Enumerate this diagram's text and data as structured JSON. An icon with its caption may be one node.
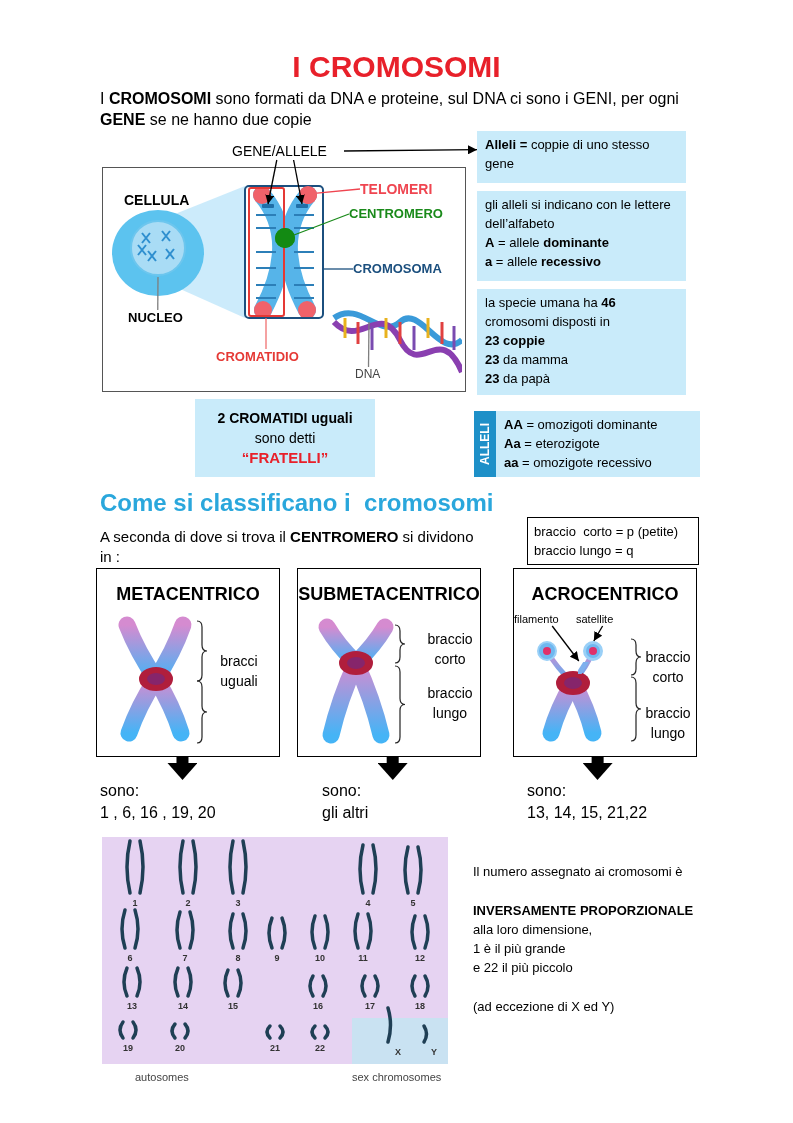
{
  "diagram": {
    "title": "I CROMOSOMI",
    "nodes": [
      {
        "text": [
          "GENE/ALLELE"
        ]
      },
      {
        "text": [
          "**Alleli =** coppie di uno stesso gene"
        ]
      },
      {
        "text": [
          "gli alleli si indicano con le lettere dell’alfabeto",
          "**A** = allele **dominante**",
          "**a** = allele **recessivo**"
        ]
      },
      {
        "text": [
          "la specie umana ha **46** cromosomi disposti in",
          "**23 coppie**",
          "**23** da mamma",
          "**23** da papà"
        ]
      },
      {
        "text": [
          "**2 CROMATIDI uguali** sono detti",
          "“FRATELLI”"
        ]
      },
      {
        "text": [
          "ALLELI",
          "**AA** = omozigoti dominante",
          "**Aa** = eterozigote",
          "**aa** = omozigote recessivo"
        ]
      },
      {
        "text": [
          "braccio  corto = p (petite)",
          "braccio lungo = q"
        ]
      },
      {
        "text": [
          "METACENTRICO",
          "bracci uguali"
        ]
      },
      {
        "text": [
          "SUBMETACENTRICO",
          "braccio corto",
          "braccio lungo"
        ]
      },
      {
        "text": [
          "ACROCENTRICO",
          "braccio corto",
          "braccio lungo"
        ]
      },
      {
        "text": [
          "filamento"
        ],
        "in": 9
      },
      {
        "text": [
          "satellite"
        ],
        "in": 9
      },
      {
        "text": [
          "sono:",
          "1 , 6, 16 , 19, 20"
        ]
      },
      {
        "text": [
          "sono:",
          "gli altri"
        ]
      },
      {
        "text": [
          "sono:",
          "13, 14, 15, 21,22"
        ]
      },
      {
        "text": [
          "TELOMERI"
        ]
      },
      {
        "text": [
          "CENTROMERO"
        ]
      },
      {
        "text": [
          "CROMOSOMA"
        ]
      },
      {
        "text": [
          "NUCLEO"
        ]
      },
      {
        "text": [
          "CROMATIDIO"
        ]
      },
      {
        "text": [
          "DNA"
        ]
      },
      {
        "text": [],
        "shape": "bar"
      },
      {
        "text": [],
        "shape": "bar"
      },
      {
        "text": [],
        "shape": "bar",
        "in": 9
      },
      {
        "text": [],
        "shape": "circle",
        "in": 9
      },
      {
        "text": [],
        "shape": "circle"
      },
      {
        "text": [],
        "shape": "circle"
      }
    ],
    "edges": [
      {
        "from": 0,
        "to": 1,
        "arrow": "to"
      },
      {
        "from": 0,
        "to": 21,
        "arrow": "to"
      },
      {
        "from": 0,
        "to": 22,
        "arrow": "to"
      },
      {
        "from": 15,
        "to": 25,
        "arrow": "none",
        "color": "#ef4550"
      },
      {
        "from": 16,
        "to": 26,
        "arrow": "none",
        "color": "#1a8a1a"
      },
      {
        "from": 17,
        "to": null,
        "arrow": "none",
        "color": "#1b4f7e"
      },
      {
        "from": 18,
        "to": null,
        "arrow": "none",
        "color": "#7f7f7f"
      },
      {
        "from": 19,
        "to": null,
        "arrow": "none",
        "color": "#f07070"
      },
      {
        "from": 20,
        "to": null,
        "arrow": "none",
        "color": "#7f7f7f"
      },
      {
        "from": 10,
        "to": 23,
        "arrow": "to"
      },
      {
        "from": 11,
        "to": 24,
        "arrow": "to"
      },
      {
        "from": 7,
        "to": 12,
        "arrow": "to",
        "style": "thick"
      },
      {
        "from": 8,
        "to": 13,
        "arrow": "to",
        "style": "thick"
      },
      {
        "from": 9,
        "to": 14,
        "arrow": "to",
        "style": "thick"
      }
    ],
    "labels": [
      "I **CROMOSOMI** sono formati da DNA e proteine, sul DNA ci sono i GENI, per ogni **GENE** se ne hanno due copie",
      "CELLULA",
      "Come si classificano i  cromosomi",
      "A seconda di dove si trova il **CENTROMERO** si dividono in :",
      "1",
      "2",
      "3",
      "4",
      "5",
      "6",
      "7",
      "8",
      "9",
      "10",
      "11",
      "12",
      "13",
      "14",
      "15",
      "16",
      "17",
      "18",
      "19",
      "20",
      "21",
      "22",
      "X",
      "Y",
      "autosomes",
      "sex chromosomes",
      "Il numero assegnato ai cromosomi è",
      "INVERSAMENTE PROPORZIONALE",
      "alla loro dimensione,",
      "1 è il più grande",
      "e 22 il più piccolo",
      "(ad eccezione di X ed Y)"
    ]
  }
}
